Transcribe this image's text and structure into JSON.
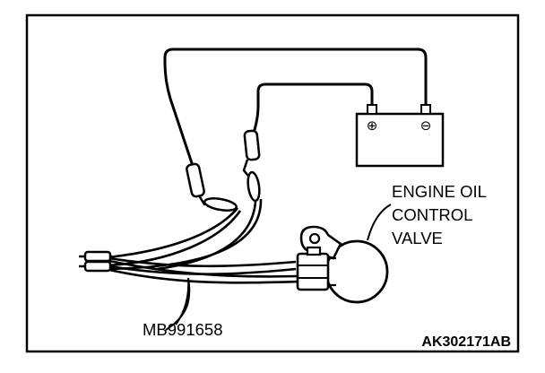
{
  "labels": {
    "component_line1": "ENGINE OIL",
    "component_line2": "CONTROL",
    "component_line3": "VALVE",
    "tool_number": "MB991658",
    "figure_code": "AK302171AB"
  },
  "battery": {
    "positive_symbol": "⊕",
    "negative_symbol": "⊖"
  },
  "colors": {
    "ink": "#000000",
    "background": "#ffffff"
  }
}
